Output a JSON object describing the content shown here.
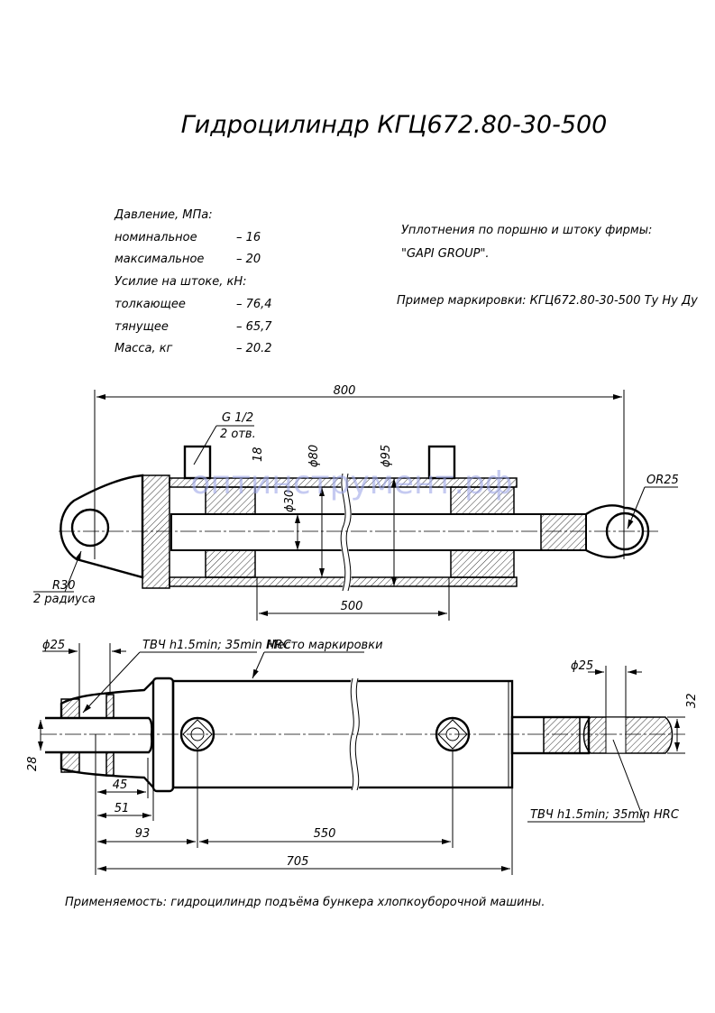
{
  "title": "Гидроцилиндр КГЦ672.80-30-500",
  "specs": {
    "pressure_header": "Давление, МПа:",
    "rows_pressure": [
      {
        "label": "номинальное",
        "value": "– 16"
      },
      {
        "label": "максимальное",
        "value": "– 20"
      }
    ],
    "force_header": "Усилие на штоке, кН:",
    "rows_force": [
      {
        "label": "толкающее",
        "value": "– 76,4"
      },
      {
        "label": "тянущее",
        "value": "– 65,7"
      }
    ],
    "mass": {
      "label": "Масса, кг",
      "value": "– 20.2"
    }
  },
  "seals": {
    "line1": "Уплотнения по поршню и штоку фирмы:",
    "line2": "\"GAPI GROUP\"."
  },
  "marking_example": "Пример маркировки: КГЦ672.80-30-500 Ту Ну Ду",
  "watermark": "оптинструмент.рф",
  "section_view": {
    "overall": "800",
    "port_thread": "G 1/2",
    "port_count": "2 отв.",
    "port_dim": "18",
    "bore": "ϕ80",
    "outer": "ϕ95",
    "rod": "ϕ30",
    "stroke": "500",
    "eye_radius": "OR25",
    "clevis_radius": "R30",
    "clevis_radius_note": "2 радиуса"
  },
  "plan_view": {
    "pin_left": "ϕ25",
    "hardening_left": "ТВЧ h1.5min; 35min HRC",
    "marking_place": "Место маркировки",
    "pin_right": "ϕ25",
    "eye_width": "32",
    "clevis_width": "28",
    "hardening_right": "ТВЧ h1.5min; 35min HRC",
    "dim_45": "45",
    "dim_51": "51",
    "dim_93": "93",
    "dim_550": "550",
    "dim_705": "705"
  },
  "applicability": "Применяемость: гидроцилиндр подъёма бункера хлопкоуборочной машины."
}
